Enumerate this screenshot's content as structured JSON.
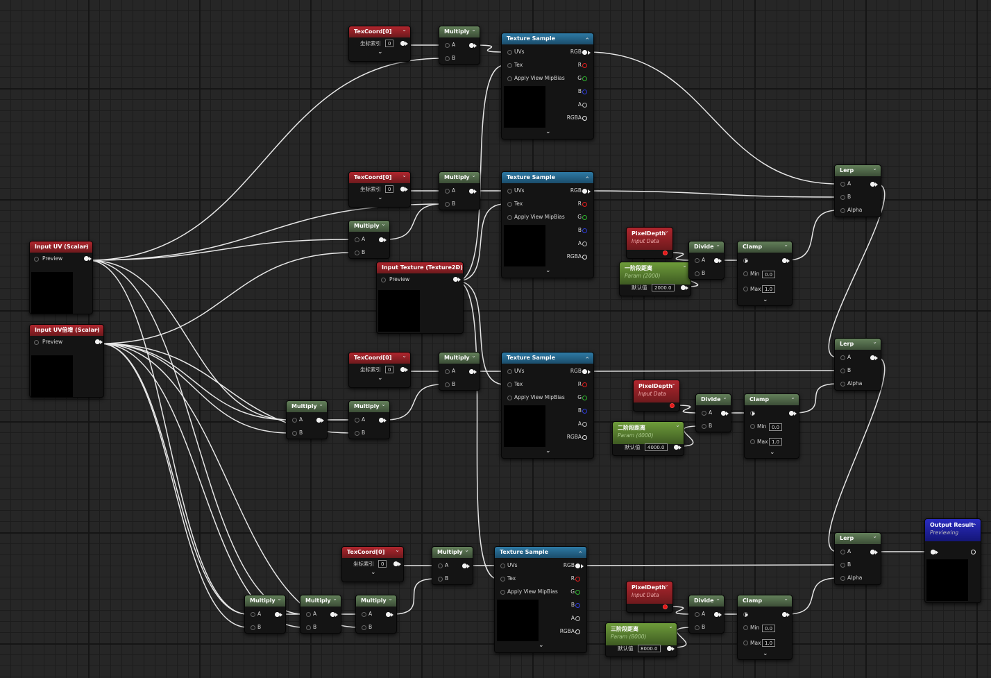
{
  "graph": {
    "input_uv": {
      "title": "Input UV (Scalar)",
      "pin_label": "Preview"
    },
    "input_uv_tiling": {
      "title": "Input UV倍增 (Scalar)",
      "pin_label": "Preview"
    },
    "input_texture": {
      "title": "Input Texture (Texture2D)",
      "pin_label": "Preview"
    },
    "texcoord": {
      "title": "TexCoord[0]",
      "index_label": "坐标索引",
      "index_value": "0"
    },
    "multiply": {
      "title": "Multiply",
      "pin_a": "A",
      "pin_b": "B"
    },
    "texture_sample": {
      "title": "Texture Sample",
      "pins_in": [
        "UVs",
        "Tex",
        "Apply View MipBias"
      ],
      "pins_out": [
        "RGB",
        "R",
        "G",
        "B",
        "A",
        "RGBA"
      ]
    },
    "lerp": {
      "title": "Lerp",
      "pin_a": "A",
      "pin_b": "B",
      "pin_alpha": "Alpha"
    },
    "pixel_depth": {
      "title": "PixelDepth",
      "subtitle": "Input Data"
    },
    "divide": {
      "title": "Divide",
      "pin_a": "A",
      "pin_b": "B"
    },
    "clamp": {
      "title": "Clamp",
      "min_label": "Min",
      "min_value": "0.0",
      "max_label": "Max",
      "max_value": "1.0"
    },
    "default_label": "默认值",
    "params": [
      {
        "title": "一阶段距离",
        "subtitle": "Param (2000)",
        "value": "2000.0"
      },
      {
        "title": "二阶段距离",
        "subtitle": "Param (4000)",
        "value": "4000.0"
      },
      {
        "title": "三阶段距离",
        "subtitle": "Param (8000)",
        "value": "8000.0"
      }
    ],
    "output": {
      "title": "Output Result",
      "subtitle": "Previewing"
    }
  },
  "colors": {
    "wire": "#e6e6e6",
    "header_texcoord": "#b0262e",
    "header_math": "#63805a",
    "header_texture_sample": "#2e7aa5",
    "header_param": "#6e9c3a",
    "header_output": "#2a2cc0",
    "pin_r": "#e31e1e",
    "pin_g": "#2fb52f",
    "pin_b": "#2d3dd8"
  },
  "icons": {
    "collapse": "chevron-up-icon",
    "expand": "chevron-down-icon",
    "exec_pin": "triangle-pin-icon"
  }
}
